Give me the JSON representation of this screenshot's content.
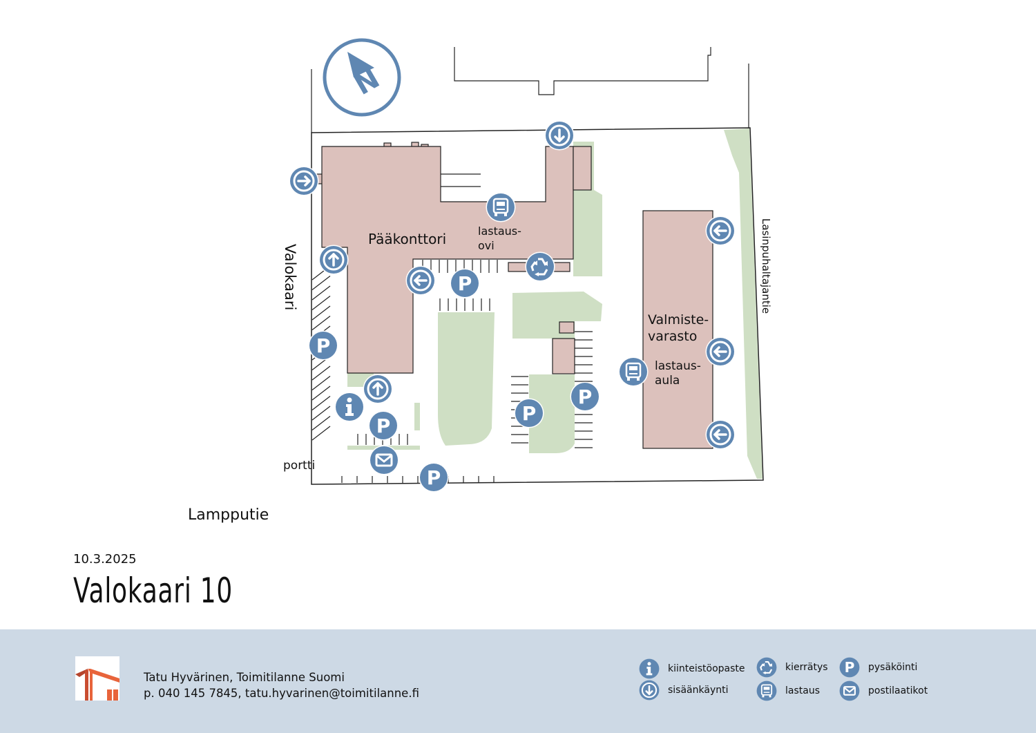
{
  "map": {
    "labels": {
      "main_office": "Pääkonttori",
      "loading_door_1": "lastaus-",
      "loading_door_2": "ovi",
      "warehouse_1": "Valmiste-",
      "warehouse_2": "varasto",
      "loading_hall_1": "lastaus-",
      "loading_hall_2": "aula",
      "street_west": "Valokaari",
      "street_east": "Lasinpuhaltajantie",
      "street_south": "Lampputie",
      "gate": "portti"
    },
    "compass": "N"
  },
  "header": {
    "date": "10.3.2025",
    "title": "Valokaari 10"
  },
  "footer": {
    "contact_name": "Tatu Hyvärinen, Toimitilanne Suomi",
    "contact_details": "p. 040 145 7845, tatu.hyvarinen@toimitilanne.fi",
    "legend": [
      {
        "icon": "info-icon",
        "label": "kiinteistöopaste"
      },
      {
        "icon": "entrance-icon",
        "label": "sisäänkäynti"
      },
      {
        "icon": "recycling-icon",
        "label": "kierrätys"
      },
      {
        "icon": "truck-icon",
        "label": "lastaus"
      },
      {
        "icon": "parking-icon",
        "label": "pysäköinti"
      },
      {
        "icon": "mail-icon",
        "label": "postilaatikot"
      }
    ]
  },
  "colors": {
    "icon": "#5f87b2",
    "building": "#dcc1bc",
    "green": "#cfdfc4",
    "footer": "#cdd9e5"
  }
}
